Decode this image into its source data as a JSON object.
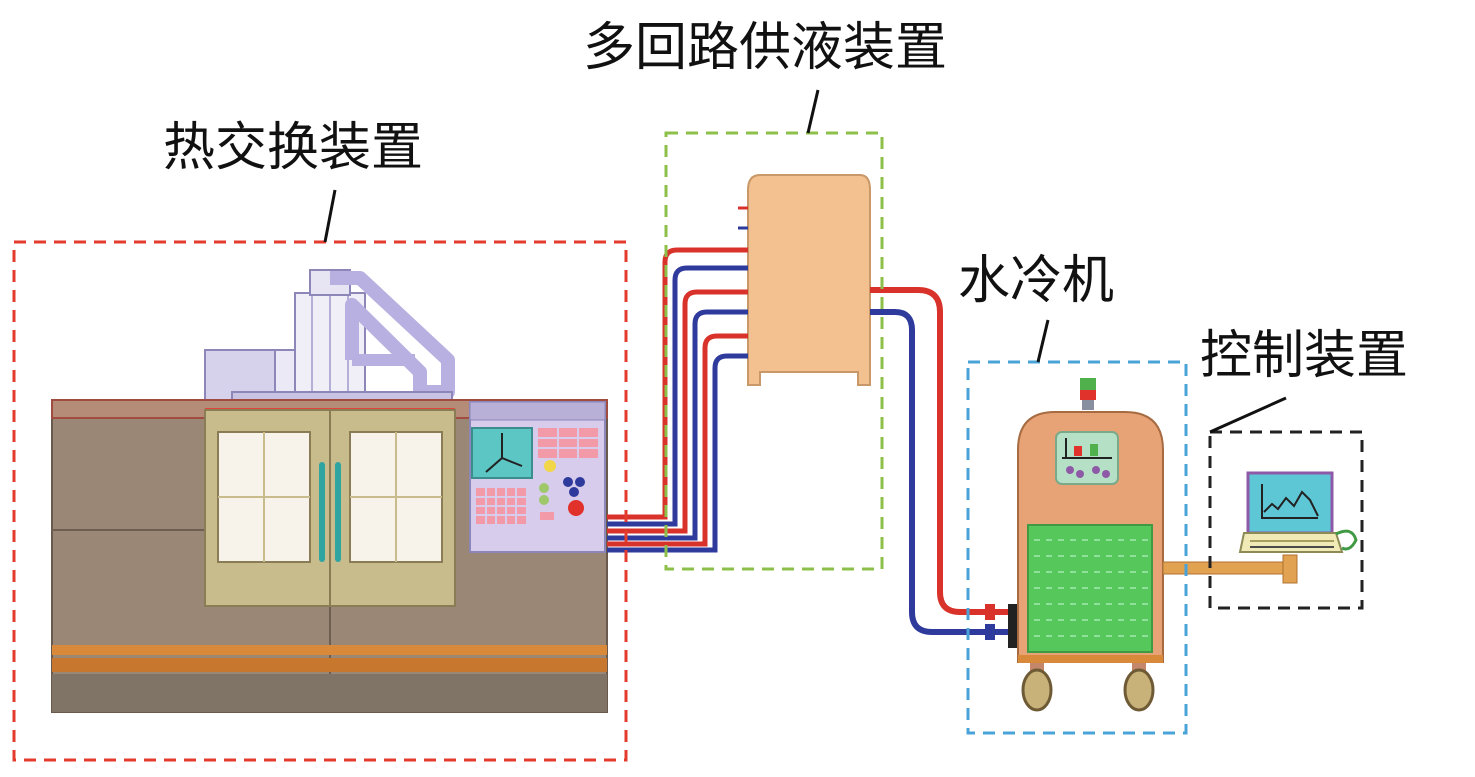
{
  "labels": {
    "multi_loop_supply": "多回路供液装置",
    "heat_exchange": "热交换装置",
    "water_chiller": "水冷机",
    "control_device": "控制装置"
  },
  "colors": {
    "red_box": "#e33b2e",
    "green_box": "#8dc04a",
    "blue_box": "#4aa3d8",
    "black_box": "#222222",
    "hot_pipe": "#d8322a",
    "cold_pipe": "#2e3a9c",
    "machine_body": "#9b8776",
    "cabinet": "#f3c08f",
    "chiller_body": "#e7a275",
    "chiller_panel": "#56c75a",
    "laptop_screen": "#5ec7d6"
  }
}
